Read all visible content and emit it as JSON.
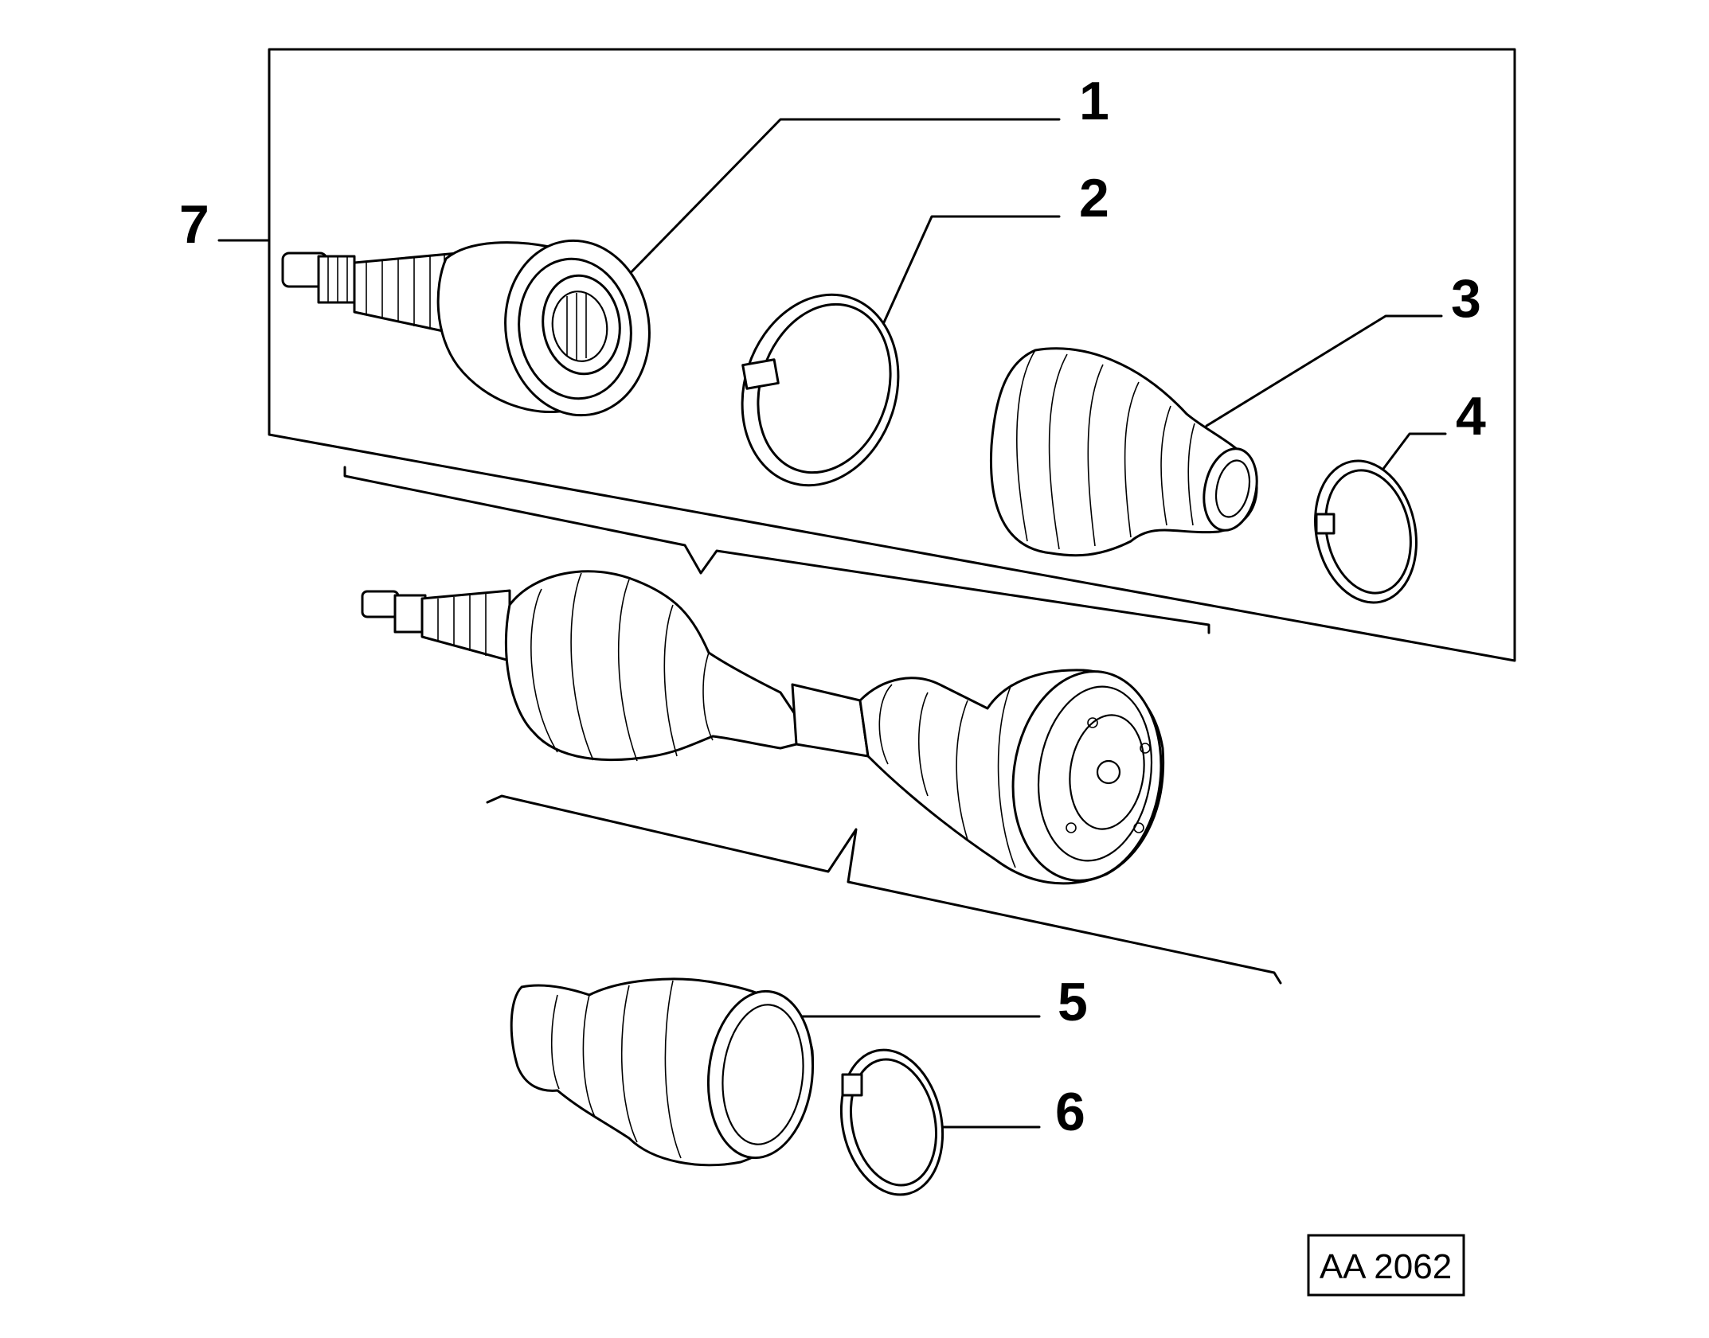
{
  "callouts": {
    "c1": "1",
    "c2": "2",
    "c3": "3",
    "c4": "4",
    "c5": "5",
    "c6": "6",
    "c7": "7"
  },
  "reference_code": "AA 2062"
}
